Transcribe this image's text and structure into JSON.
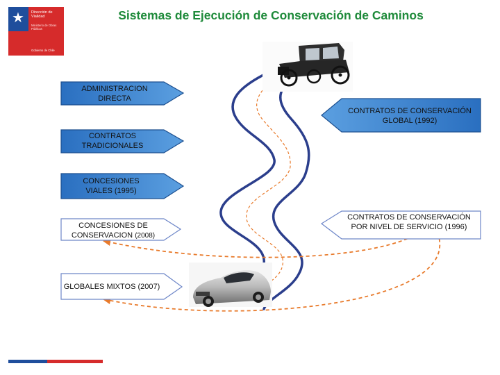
{
  "header": {
    "logo": {
      "name": "Dirección de Vialidad",
      "ministry": "Ministerio de Obras Públicas",
      "government": "Gobierno de Chile"
    },
    "title": "Sistemas de Ejecución de Conservación de Caminos"
  },
  "diagram": {
    "left_labels": [
      {
        "text": "ADMINISTRACION DIRECTA"
      },
      {
        "text": "CONTRATOS TRADICIONALES"
      },
      {
        "text": "CONCESIONES VIALES (1995)"
      },
      {
        "text": "CONCESIONES DE CONSERVACION",
        "year": "(2008)"
      },
      {
        "text": "GLOBALES MIXTOS (2007)"
      }
    ],
    "right_labels": [
      {
        "text": "CONTRATOS DE CONSERVACIÓN GLOBAL (1992)"
      },
      {
        "text": "CONTRATOS DE CONSERVACIÓN POR NIVEL DE SERVICIO (1996)"
      }
    ],
    "colors": {
      "arrow_blue_dark": "#1c5fa6",
      "arrow_blue_light": "#4a90d9",
      "road": "#2b3e8c",
      "dashed": "#e87a2b"
    },
    "icons": [
      "old-car-icon",
      "modern-car-icon"
    ]
  }
}
